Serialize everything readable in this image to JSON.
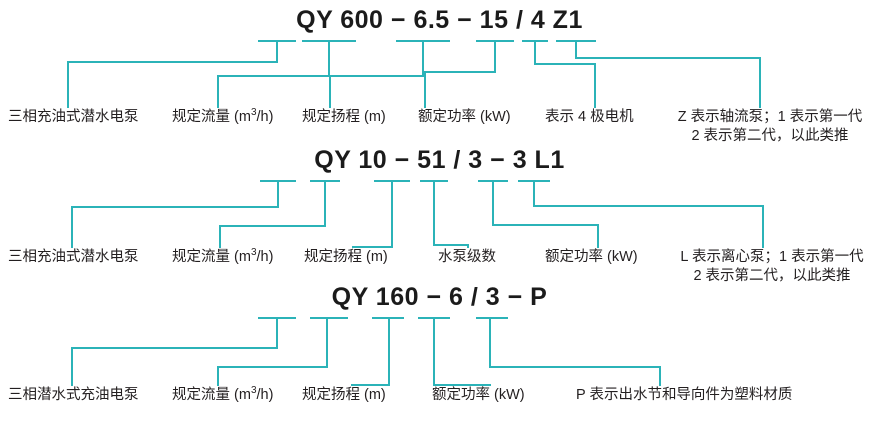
{
  "theme": {
    "line_color": "#2bb3b8",
    "text_color": "#231f20",
    "code_color": "#1b1b1b",
    "background": "#ffffff"
  },
  "diagram": {
    "title_visible": false,
    "rows": [
      {
        "id": "row-1",
        "code": "QY 600 − 6.5 − 15 / 4 Z1",
        "labels": [
          {
            "id": "r1-l1",
            "text": "三相充油式潜水电泵"
          },
          {
            "id": "r1-l2",
            "text_before": "规定流量 (m",
            "sup": "3",
            "text_after": "/h)"
          },
          {
            "id": "r1-l3",
            "text": "规定扬程 (m)"
          },
          {
            "id": "r1-l4",
            "text": "额定功率 (kW)"
          },
          {
            "id": "r1-l5",
            "text": "表示 4 极电机"
          },
          {
            "id": "r1-l6",
            "line1": "Z 表示轴流泵；1 表示第一代",
            "line2": "2 表示第二代，以此类推"
          }
        ]
      },
      {
        "id": "row-2",
        "code": "QY 10 − 51 / 3 − 3 L1",
        "labels": [
          {
            "id": "r2-l1",
            "text": "三相充油式潜水电泵"
          },
          {
            "id": "r2-l2",
            "text_before": "规定流量 (m",
            "sup": "3",
            "text_after": "/h)"
          },
          {
            "id": "r2-l3",
            "text": "规定扬程 (m)"
          },
          {
            "id": "r2-l4",
            "text": "水泵级数"
          },
          {
            "id": "r2-l5",
            "text": "额定功率 (kW)"
          },
          {
            "id": "r2-l6",
            "line1": "L 表示离心泵；1 表示第一代",
            "line2": "2 表示第二代，以此类推"
          }
        ]
      },
      {
        "id": "row-3",
        "code": "QY 160 − 6 / 3 − P",
        "labels": [
          {
            "id": "r3-l1",
            "text": "三相潜水式充油电泵"
          },
          {
            "id": "r3-l2",
            "text_before": "规定流量 (m",
            "sup": "3",
            "text_after": "/h)"
          },
          {
            "id": "r3-l3",
            "text": "规定扬程 (m)"
          },
          {
            "id": "r3-l4",
            "text": "额定功率 (kW)"
          },
          {
            "id": "r3-l5",
            "text": "P 表示出水节和导向件为塑料材质"
          }
        ]
      }
    ]
  }
}
